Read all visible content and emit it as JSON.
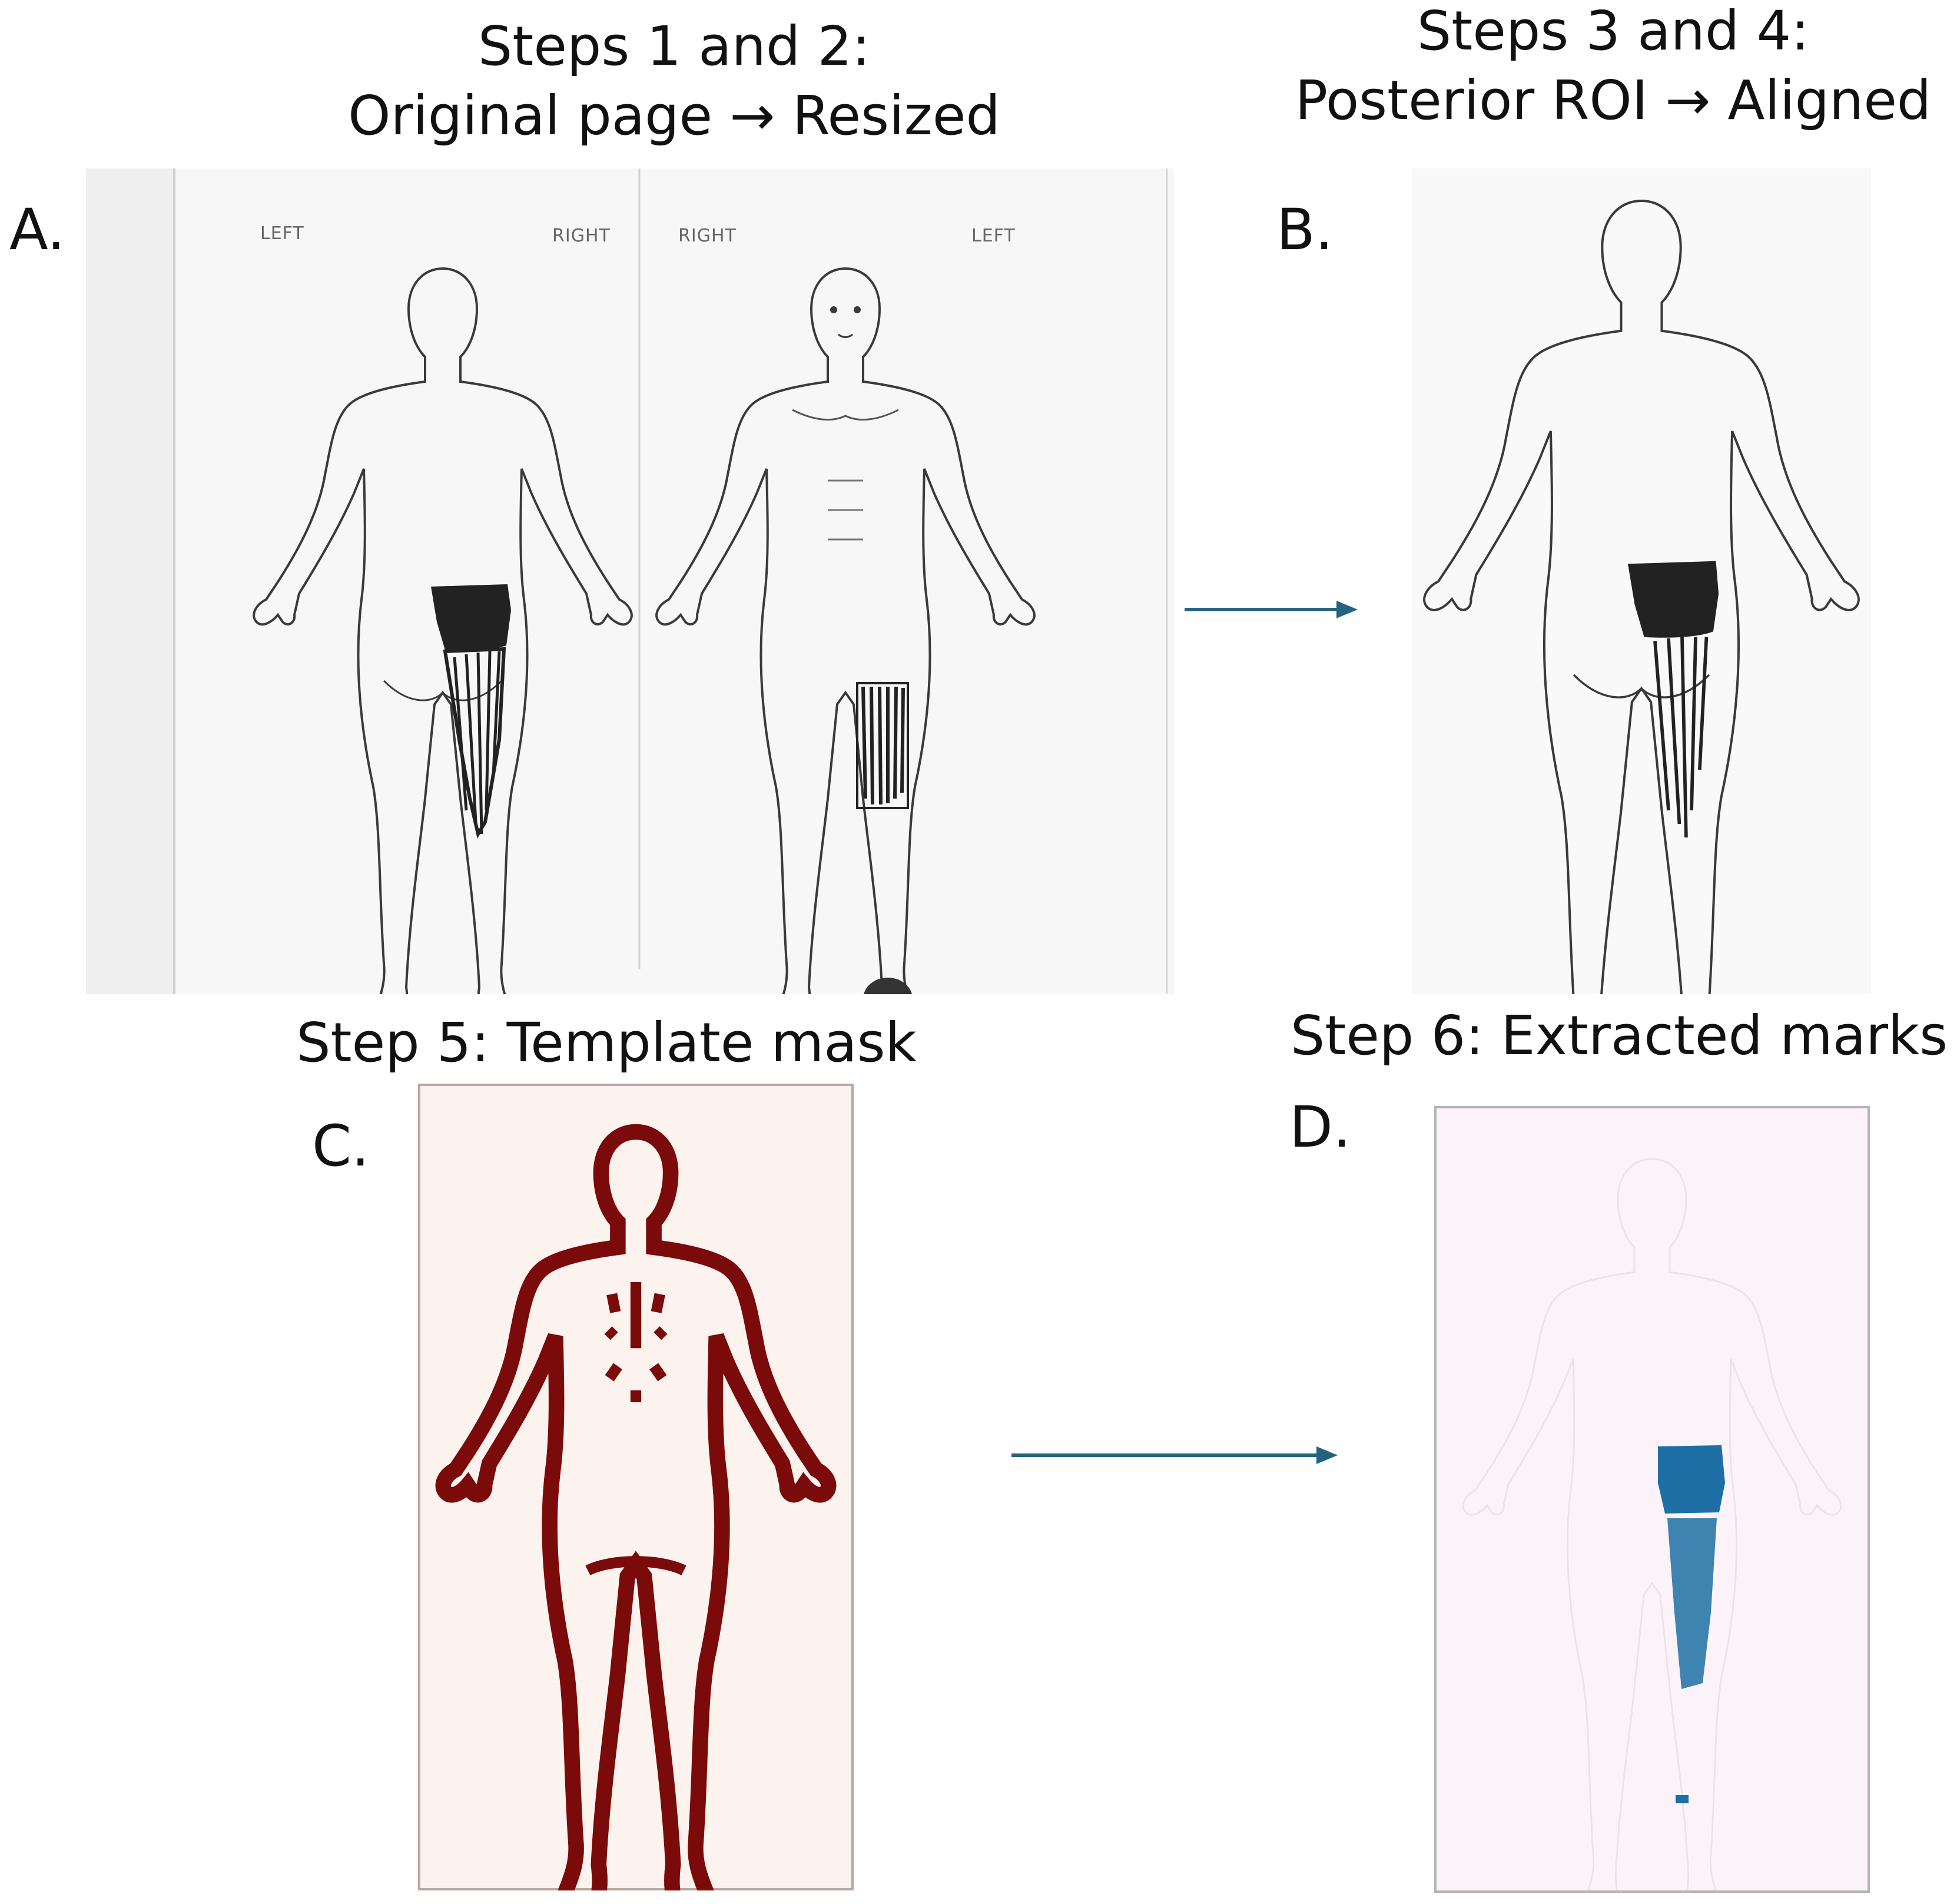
{
  "panel_a": {
    "letter": "A.",
    "title_line1": "Steps 1 and 2:",
    "title_line2": "Original page → Resized",
    "label_left_1": "LEFT",
    "label_right_1": "RIGHT",
    "label_right_2": "RIGHT",
    "label_left_2": "LEFT"
  },
  "panel_b": {
    "letter": "B.",
    "title_line1": "Steps 3 and 4:",
    "title_line2": "Posterior ROI → Aligned"
  },
  "panel_c": {
    "letter": "C.",
    "title": "Step 5: Template mask"
  },
  "panel_d": {
    "letter": "D.",
    "title": "Step 6: Extracted marks"
  },
  "colors": {
    "outline": "#3a3a3a",
    "shading": "#222222",
    "mask": "#7b0a0a",
    "mask_bg": "#fcf3ef",
    "marks": "#1d6fa5",
    "marks_bg": "#fbf3f7",
    "arrow": "#23637f"
  }
}
